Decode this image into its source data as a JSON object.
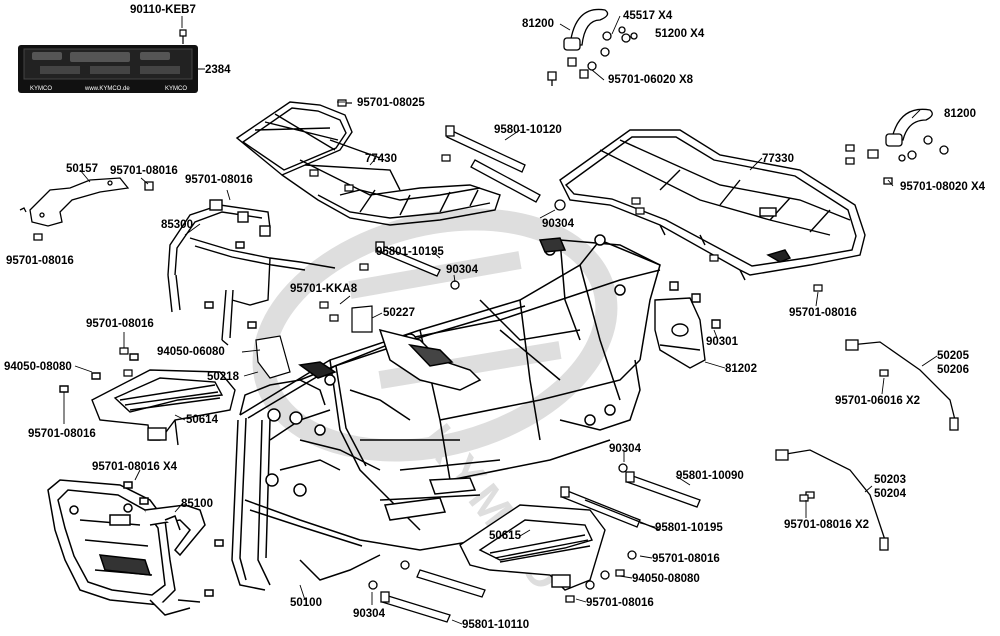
{
  "diagram": {
    "parts": [
      {
        "id": "p01",
        "text": "90110-KEB7"
      },
      {
        "id": "p02",
        "text": "2384"
      },
      {
        "id": "p03",
        "text": "81200"
      },
      {
        "id": "p04",
        "text": "45517 X4"
      },
      {
        "id": "p05",
        "text": "51200 X4"
      },
      {
        "id": "p06",
        "text": "95701-06020 X8"
      },
      {
        "id": "p07",
        "text": "95701-08025"
      },
      {
        "id": "p08",
        "text": "95801-10120"
      },
      {
        "id": "p09",
        "text": "81200"
      },
      {
        "id": "p10",
        "text": "77430"
      },
      {
        "id": "p11",
        "text": "77330"
      },
      {
        "id": "p12",
        "text": "50157"
      },
      {
        "id": "p13",
        "text": "95701-08016"
      },
      {
        "id": "p14",
        "text": "95701-08016"
      },
      {
        "id": "p15",
        "text": "95701-08020 X4"
      },
      {
        "id": "p16",
        "text": "85300"
      },
      {
        "id": "p17",
        "text": "90304"
      },
      {
        "id": "p18",
        "text": "95701-08016"
      },
      {
        "id": "p19",
        "text": "95801-10195"
      },
      {
        "id": "p20",
        "text": "90304"
      },
      {
        "id": "p21",
        "text": "95701-KKA8"
      },
      {
        "id": "p22",
        "text": "50227"
      },
      {
        "id": "p23",
        "text": "95701-08016"
      },
      {
        "id": "p24",
        "text": "90301"
      },
      {
        "id": "p25",
        "text": "95701-08016"
      },
      {
        "id": "p26",
        "text": "94050-06080"
      },
      {
        "id": "p27",
        "text": "50205"
      },
      {
        "id": "p28",
        "text": "50206"
      },
      {
        "id": "p29",
        "text": "94050-08080"
      },
      {
        "id": "p30",
        "text": "81202"
      },
      {
        "id": "p31",
        "text": "50218"
      },
      {
        "id": "p32",
        "text": "95701-06016 X2"
      },
      {
        "id": "p33",
        "text": "50614"
      },
      {
        "id": "p34",
        "text": "95701-08016"
      },
      {
        "id": "p35",
        "text": "90304"
      },
      {
        "id": "p36",
        "text": "95701-08016 X4"
      },
      {
        "id": "p37",
        "text": "95801-10090"
      },
      {
        "id": "p38",
        "text": "85100"
      },
      {
        "id": "p39",
        "text": "50203"
      },
      {
        "id": "p40",
        "text": "50204"
      },
      {
        "id": "p41",
        "text": "95801-10195"
      },
      {
        "id": "p42",
        "text": "50615"
      },
      {
        "id": "p43",
        "text": "95701-08016 X2"
      },
      {
        "id": "p44",
        "text": "95701-08016"
      },
      {
        "id": "p45",
        "text": "94050-08080"
      },
      {
        "id": "p46",
        "text": "50100"
      },
      {
        "id": "p47",
        "text": "95701-08016"
      },
      {
        "id": "p48",
        "text": "90304"
      },
      {
        "id": "p49",
        "text": "95801-10110"
      }
    ],
    "plate": {
      "brand": "KYMCO",
      "url": "www.KYMCO.de"
    },
    "watermark": "KYMCO",
    "colors": {
      "line": "#000000",
      "watermark": "#d9d9d9",
      "plate": "#111111"
    }
  }
}
